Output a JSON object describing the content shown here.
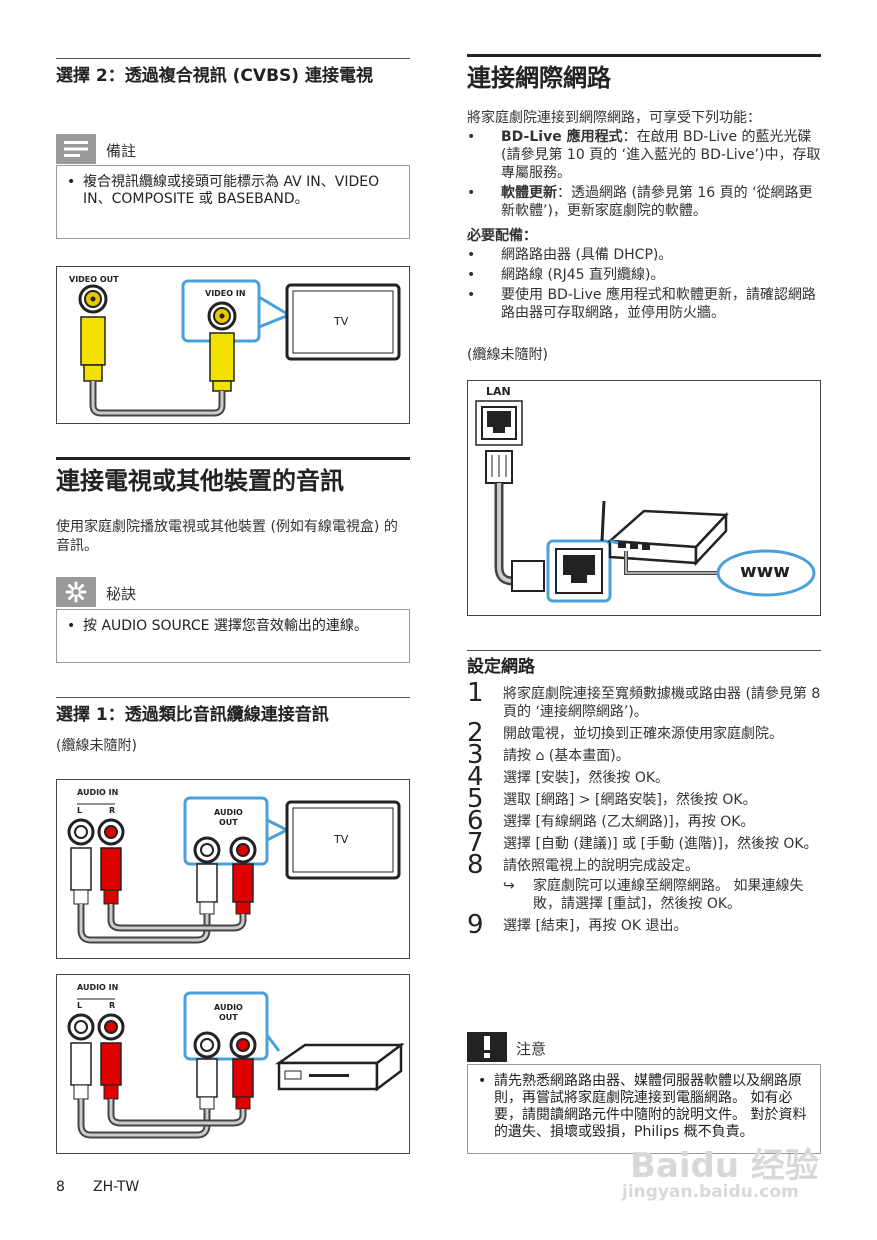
{
  "left": {
    "opt2_title": "選擇 2：透過複合視訊 (CVBS) 連接電視",
    "note1": {
      "label": "備註",
      "text": "複合視訊纜線或接頭可能標示為 AV IN、VIDEO IN、COMPOSITE 或 BASEBAND。"
    },
    "fig1": {
      "video_out": "VIDEO OUT",
      "video_in": "VIDEO IN",
      "tv": "TV"
    },
    "audio_section_title": "連接電視或其他裝置的音訊",
    "audio_intro": "使用家庭劇院播放電視或其他裝置 (例如有線電視盒) 的音訊。",
    "tip": {
      "label": "秘訣",
      "text": "按 AUDIO SOURCE 選擇您音效輸出的連線。"
    },
    "opt1_title": "選擇 1：透過類比音訊纜線連接音訊",
    "cable_not_included": "(纜線未隨附)",
    "fig2": {
      "audio_in": "AUDIO IN",
      "l": "L",
      "r": "R",
      "audio_out_line1": "AUDIO",
      "audio_out_line2": "OUT",
      "tv": "TV"
    },
    "fig3": {
      "audio_in": "AUDIO IN",
      "l": "L",
      "r": "R",
      "audio_out_line1": "AUDIO",
      "audio_out_line2": "OUT"
    }
  },
  "right": {
    "net_title": "連接網際網路",
    "net_intro": "將家庭劇院連接到網際網路，可享受下列功能：",
    "features": [
      {
        "bold": "BD-Live 應用程式",
        "text": "：在啟用 BD-Live 的藍光光碟 (請參見第 10 頁的 ‘進入藍光的 BD-Live’)中，存取專屬服務。"
      },
      {
        "bold": "軟體更新",
        "text": "：透過網路 (請參見第 16 頁的 ‘從網路更新軟體’)，更新家庭劇院的軟體。"
      }
    ],
    "req_title": "必要配備：",
    "requirements": [
      "網路路由器 (具備 DHCP)。",
      "網路線 (RJ45 直列纜線)。",
      "要使用 BD-Live 應用程式和軟體更新，請確認網路路由器可存取網路，並停用防火牆。"
    ],
    "cable_not_included": "(纜線未隨附)",
    "fig4": {
      "lan": "LAN",
      "www": "www"
    },
    "setup_title": "設定網路",
    "steps": [
      {
        "n": "1",
        "text": "將家庭劇院連接至寬頻數據機或路由器 (請參見第 8 頁的 ‘連接網際網路’)。"
      },
      {
        "n": "2",
        "text": "開啟電視，並切換到正確來源使用家庭劇院。"
      },
      {
        "n": "3",
        "text": "請按 ⌂ (基本畫面)。"
      },
      {
        "n": "4",
        "text": "選擇 [安裝]，然後按 OK。"
      },
      {
        "n": "5",
        "text": "選取 [網路] > [網路安裝]，然後按 OK。"
      },
      {
        "n": "6",
        "text": "選擇 [有線網路 (乙太網路)]，再按 OK。"
      },
      {
        "n": "7",
        "text": "選擇 [自動 (建議)] 或 [手動 (進階)]，然後按 OK。"
      },
      {
        "n": "8",
        "text": "請依照電視上的說明完成設定。",
        "result": "家庭劇院可以連線至網際網路。 如果連線失敗，請選擇 [重試]，然後按 OK。"
      },
      {
        "n": "9",
        "text": "選擇 [結束]，再按 OK 退出。"
      }
    ],
    "caution": {
      "label": "注意",
      "text": "請先熟悉網路路由器、媒體伺服器軟體以及網路原則，再嘗試將家庭劇院連接到電腦網路。 如有必要，請閱讀網路元件中隨附的說明文件。 對於資料的遺失、損壞或毀損，Philips 概不負責。"
    }
  },
  "footer": {
    "page": "8",
    "lang": "ZH-TW"
  },
  "watermark": {
    "line1": "Baidu 经验",
    "line2": "jingyan.baidu.com"
  }
}
